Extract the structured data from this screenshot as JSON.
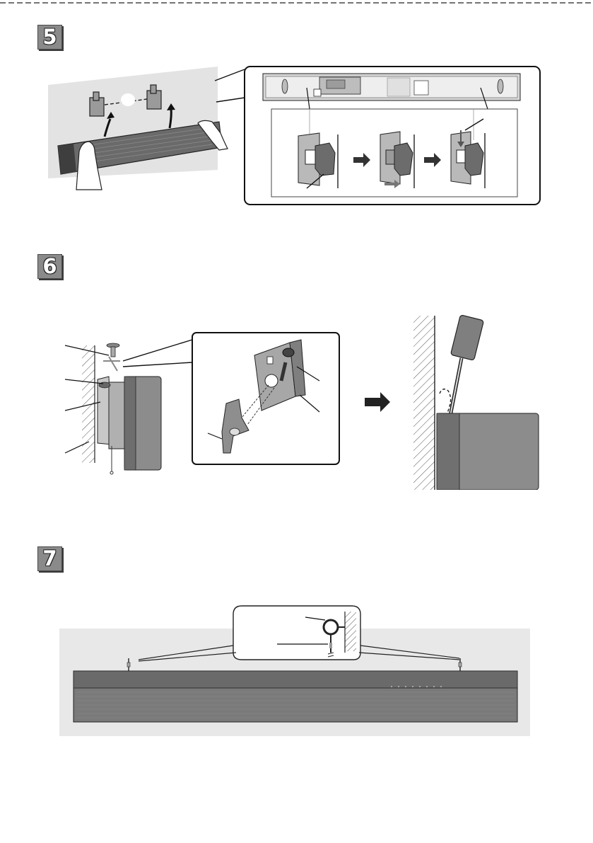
{
  "steps": [
    {
      "number": "5"
    },
    {
      "number": "6"
    },
    {
      "number": "7"
    }
  ],
  "colors": {
    "badge_fill": "#8a8a8a",
    "panel_gray": "#e6e6e6",
    "soundbar_dark": "#6e6e6e",
    "line": "#111111"
  },
  "icons": [
    "step-number-icon",
    "arrow-right-icon",
    "curved-arrow-up-icon",
    "hand-icon",
    "screwdriver-icon",
    "screw-icon",
    "wall-hatch-icon"
  ]
}
